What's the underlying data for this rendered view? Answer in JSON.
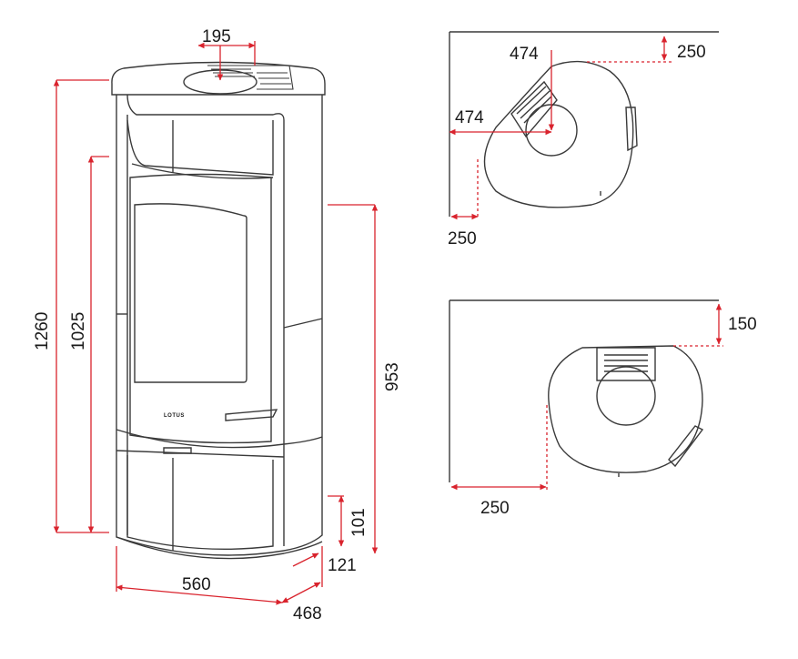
{
  "colors": {
    "dimension": "#d9232d",
    "outline": "#3a3a3a",
    "background": "#ffffff"
  },
  "front_view": {
    "brand": "LOTUS",
    "dimensions": {
      "flue_offset": "195",
      "total_height": "1260",
      "door_height": "1025",
      "flue_height": "953",
      "base_height": "101",
      "width": "560",
      "depth": "468",
      "rear_offset": "121"
    }
  },
  "corner_plan": {
    "dimensions": {
      "wall_offset_top": "250",
      "flue_depth": "474",
      "flue_width": "474",
      "wall_offset_side": "250"
    }
  },
  "wall_plan": {
    "dimensions": {
      "wall_offset_back": "150",
      "wall_offset_side": "250"
    }
  }
}
